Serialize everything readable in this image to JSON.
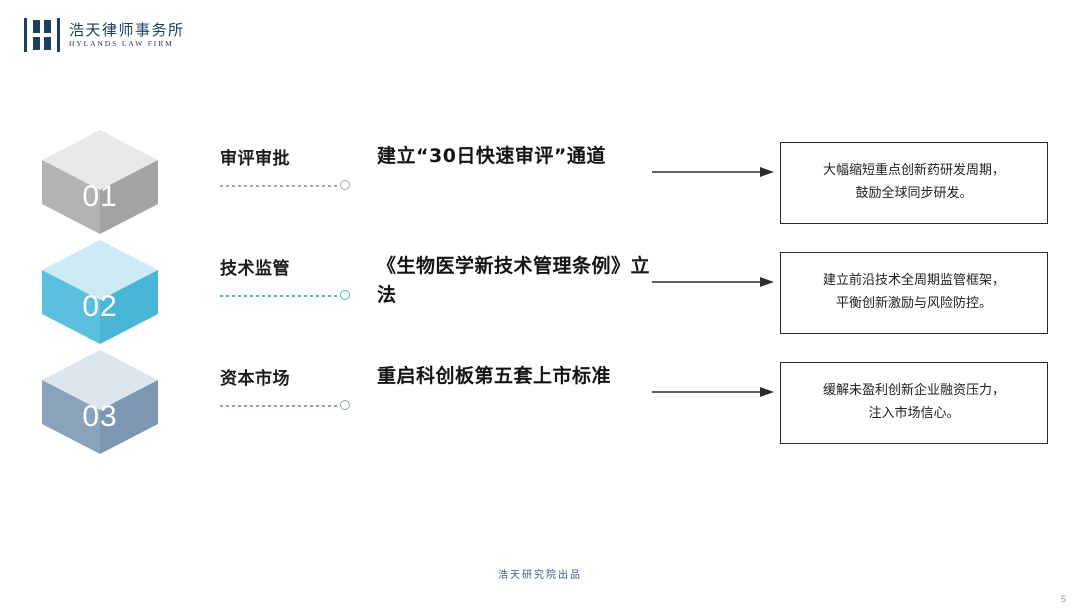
{
  "brand": {
    "name_cn": "浩天律师事务所",
    "name_en": "HYLANDS LAW FIRM",
    "logo_color": "#1d3f63"
  },
  "rows": [
    {
      "number": "01",
      "category": "审评审批",
      "statement": "建立“30日快速审评”通道",
      "outcome_line1": "大幅缩短重点创新药研发周期，",
      "outcome_line2": "鼓励全球同步研发。",
      "cube_color_front": "#b3b3b3",
      "cube_color_side": "#a3a3a3",
      "cube_color_top": "#e8e8e8",
      "accent": "#a8a8a8"
    },
    {
      "number": "02",
      "category": "技术监管",
      "statement": "《生物医学新技术管理条例》立法",
      "outcome_line1": "建立前沿技术全周期监管框架，",
      "outcome_line2": "平衡创新激励与风险防控。",
      "cube_color_front": "#5bc0de",
      "cube_color_side": "#49b6d8",
      "cube_color_top": "#cdeaf5",
      "accent": "#49b6d8"
    },
    {
      "number": "03",
      "category": "资本市场",
      "statement": "重启科创板第五套上市标准",
      "outcome_line1": "缓解未盈利创新企业融资压力，",
      "outcome_line2": "注入市场信心。",
      "cube_color_front": "#8ba2bb",
      "cube_color_side": "#7d96b2",
      "cube_color_top": "#dde6ee",
      "accent": "#8ba2bb"
    }
  ],
  "footer": {
    "credit": "浩天研究院出品",
    "page_number": "5"
  }
}
